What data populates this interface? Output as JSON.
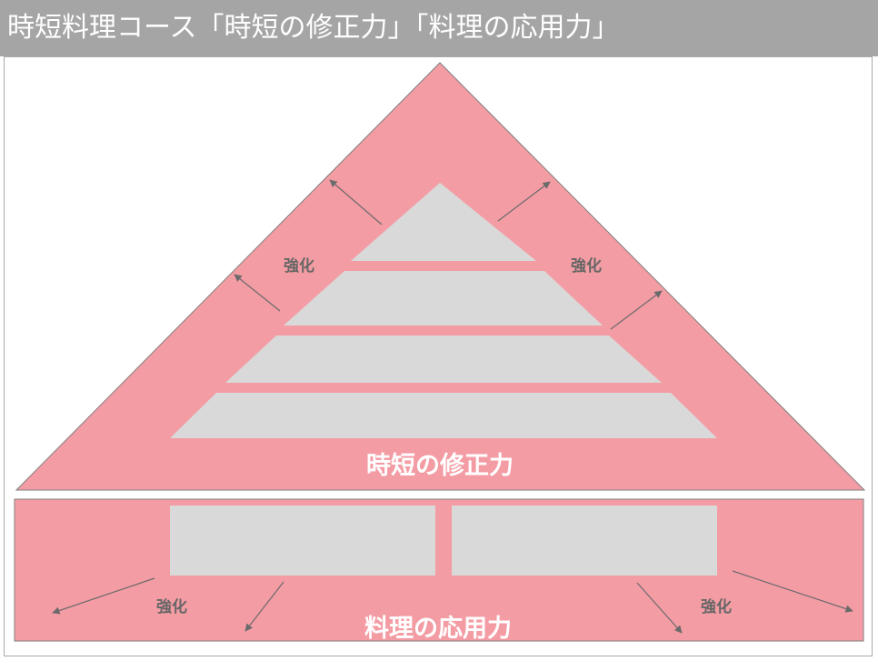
{
  "slide": {
    "title": "時短料理コース「時短の修正力」「料理の応用力」"
  },
  "pyramid": {
    "label": "時短の修正力",
    "reinforce_left": "強化",
    "reinforce_right": "強化"
  },
  "foundation": {
    "label": "料理の応用力",
    "reinforce_left": "強化",
    "reinforce_right": "強化"
  },
  "colors": {
    "pink": "#f49ca4",
    "block_gray": "#d9d9d9",
    "title_bar": "#a5a5a5",
    "arrow": "#6b6b6b"
  }
}
